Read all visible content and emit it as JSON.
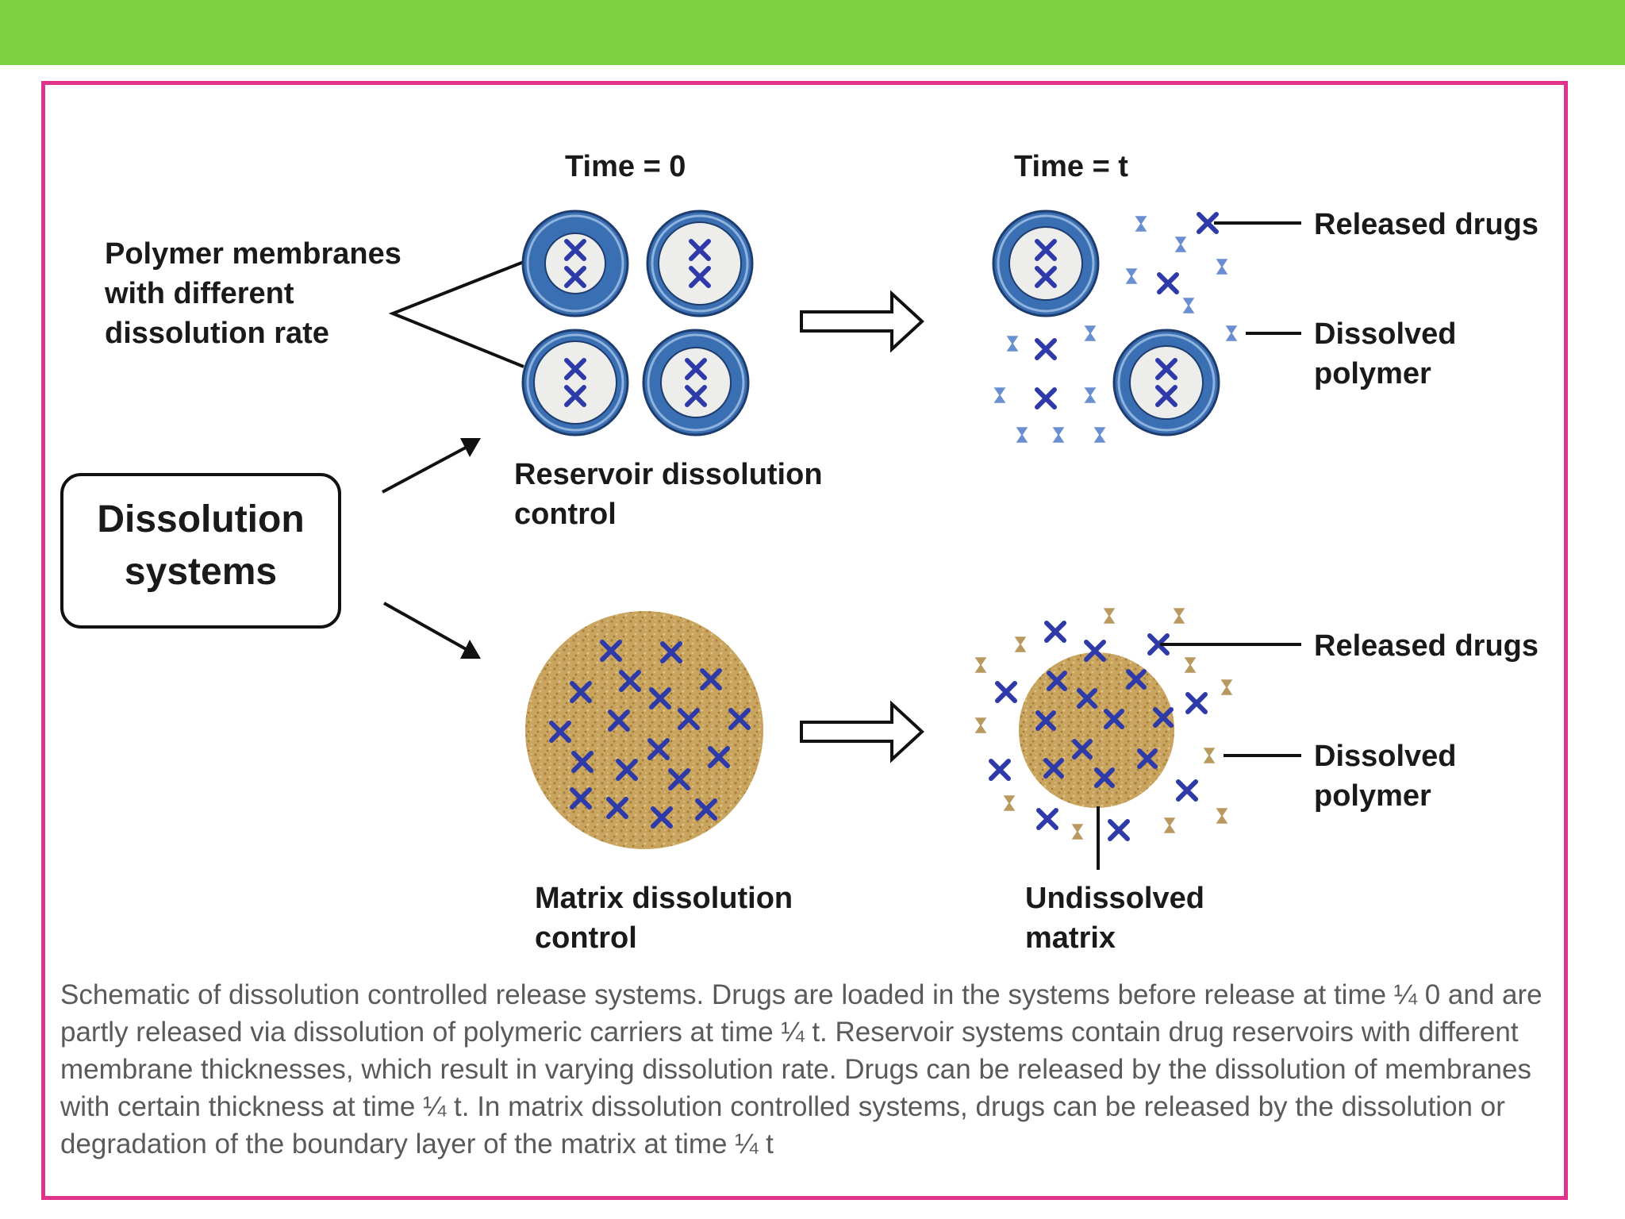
{
  "colors": {
    "top_bar": "#7ed23f",
    "frame_border": "#e0338c",
    "membrane_blue": "#3a6fb3",
    "membrane_light": "#8fb3dc",
    "core": "#ededec",
    "drug_blue": "#2e3aa8",
    "dissolved_blue": "#6a8fd0",
    "matrix_tan": "#c9a45e",
    "dissolved_tan": "#b89a60"
  },
  "labels": {
    "time_zero": "Time = 0",
    "time_t": "Time = t",
    "polymer_membranes": [
      "Polymer membranes",
      "with different",
      "dissolution rate"
    ],
    "dissolution_systems": [
      "Dissolution",
      "systems"
    ],
    "reservoir_control": [
      "Reservoir dissolution",
      "control"
    ],
    "matrix_control": [
      "Matrix dissolution",
      "control"
    ],
    "released_drugs_top": "Released drugs",
    "dissolved_polymer_top": [
      "Dissolved",
      "polymer"
    ],
    "released_drugs_bottom": "Released drugs",
    "dissolved_polymer_bottom": [
      "Dissolved",
      "polymer"
    ],
    "undissolved_matrix": [
      "Undissolved",
      "matrix"
    ]
  },
  "caption": "Schematic of dissolution controlled release systems. Drugs are loaded in the systems before release at time ¼ 0 and are partly released via dissolution of polymeric carriers at time ¼ t. Reservoir systems contain drug reservoirs with different membrane thicknesses, which result in varying dissolution rate. Drugs can be released by the dissolution of membranes with certain thickness at time ¼ t. In matrix dissolution controlled systems, drugs can be released by the dissolution or degradation of the boundary layer of the matrix at time ¼ t"
}
